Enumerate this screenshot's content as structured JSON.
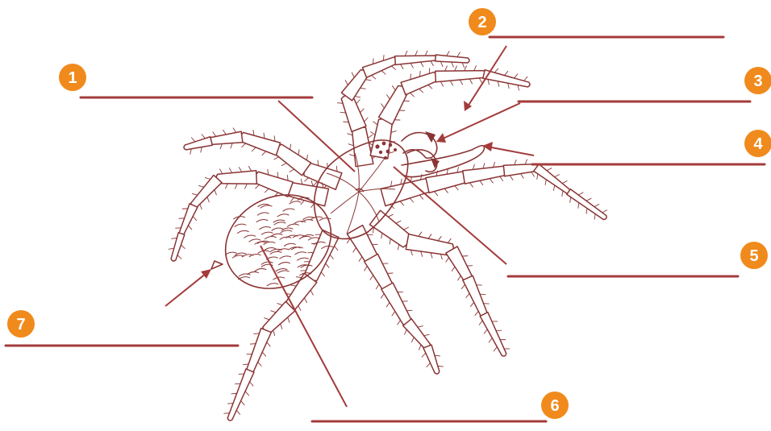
{
  "colors": {
    "line": "#a43b3b",
    "ink": "#8a3434",
    "badge": "#f08a1c",
    "badge_text": "#ffffff",
    "background": "#ffffff"
  },
  "labels": [
    {
      "number": "1",
      "answer": ""
    },
    {
      "number": "2",
      "answer": ""
    },
    {
      "number": "3",
      "answer": ""
    },
    {
      "number": "4",
      "answer": ""
    },
    {
      "number": "5",
      "answer": ""
    },
    {
      "number": "6",
      "answer": ""
    },
    {
      "number": "7",
      "answer": ""
    }
  ]
}
